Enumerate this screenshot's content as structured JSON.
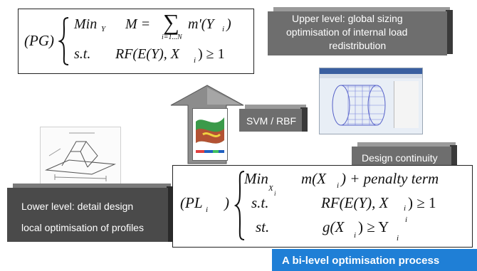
{
  "pg_formula": {
    "label": "(PG)",
    "line1_min": "Min",
    "line1_min_sub": "Y",
    "line1_obj": "M =",
    "line1_sum_sub": "i=1...N",
    "line1_term": "m'(Y",
    "line1_term_sub": "i",
    "line1_term_end": ")",
    "line2_st": "s.t.",
    "line2_constraint": "RF(E(Y), X",
    "line2_constraint_sub": "i",
    "line2_constraint_end": ") ≥ 1"
  },
  "pl_formula": {
    "label": "(PL",
    "label_sub": "i",
    "label_end": ")",
    "line1_min": "Min",
    "line1_min_sub": "X",
    "line1_min_subsub": "i",
    "line1_obj": "m(X",
    "line1_obj_sub": "i",
    "line1_obj_end": ") + penalty term",
    "line2_st": "s.t.",
    "line2_constraint": "RF(E(Y), X",
    "line2_constraint_sub": "i",
    "line2_constraint_end": ") ≥ 1",
    "line3_st": "st.",
    "line3_constraint": "g(X",
    "line3_constraint_sub": "i",
    "line3_constraint_mid": ") ≥ Y",
    "line3_constraint_sub2": "i",
    "line3_constraint_sup": "i"
  },
  "tags": {
    "upper_level_line1": "Upper level: global sizing",
    "upper_level_line2": "optimisation of internal load",
    "upper_level_line3": "redistribution",
    "svm_rbf": "SVM / RBF",
    "design_continuity": "Design continuity",
    "lower_level_line1": "Lower level: detail design",
    "lower_level_line2": "local optimisation of profiles"
  },
  "banner": {
    "text": "A bi-level optimisation process"
  },
  "colors": {
    "tag_dark": "#5b5b5b",
    "banner_blue": "#1f7fd6",
    "arrow_gray": "#8c8c8c"
  },
  "icons": {
    "upper_image": "fuselage-barrel-screenshot",
    "arrow_image": "response-surface-plot",
    "lower_image": "stiffener-profile-drawing"
  }
}
